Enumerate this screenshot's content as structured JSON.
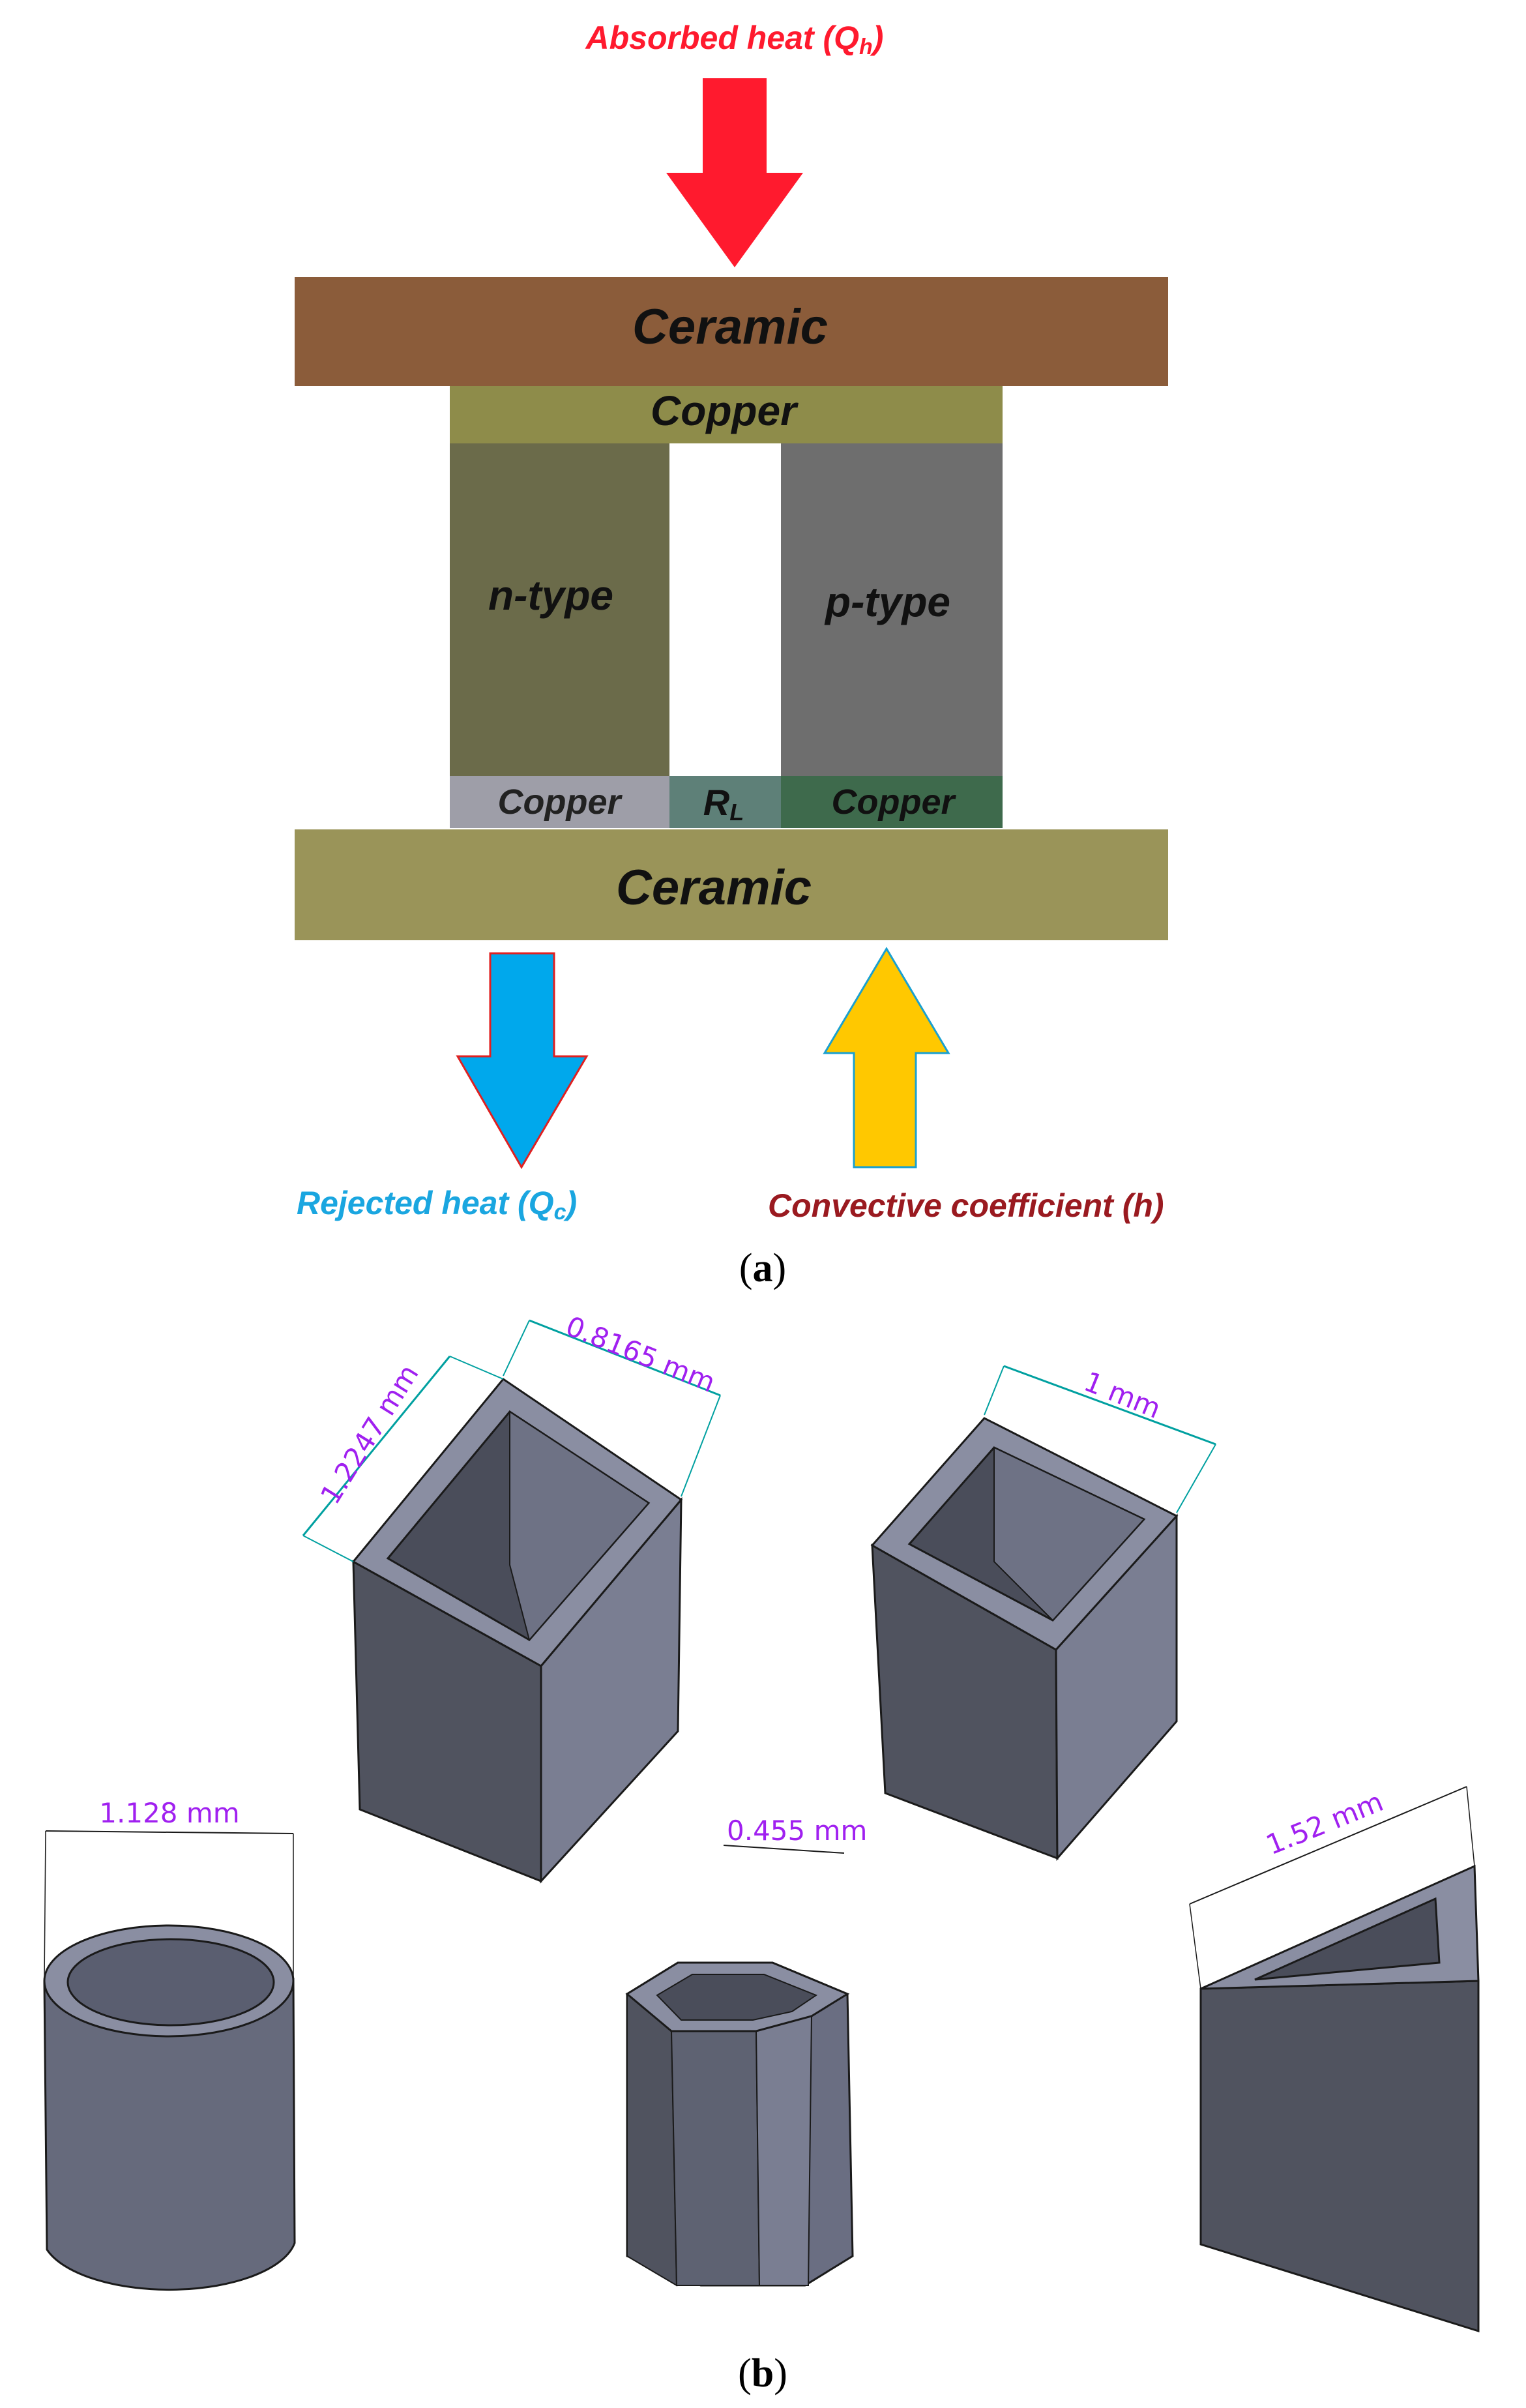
{
  "panel_a": {
    "absorbed_heat": "Absorbed heat (Q",
    "absorbed_heat_sub": "h",
    "close_paren": ")",
    "ceramic_top": "Ceramic",
    "copper_top": "Copper",
    "n_type": "n-type",
    "p_type": "p-type",
    "copper_bottom_left": "Copper",
    "load_resistor": "R",
    "load_resistor_sub": "L",
    "copper_bottom_right": "Copper",
    "ceramic_bottom": "Ceramic",
    "rejected_heat": "Rejected heat (Q",
    "rejected_heat_sub": "c",
    "convective": "Convective coefficient (h)",
    "caption_open": "(",
    "caption_letter": "a",
    "caption_close": ")"
  },
  "panel_b": {
    "rect_width": "0.8165 mm",
    "rect_length": "1.2247 mm",
    "square_side": "1 mm",
    "cylinder_diameter": "1.128 mm",
    "octagon_side": "0.455 mm",
    "triangle_side": "1.52 mm",
    "caption_open": "(",
    "caption_letter": "b",
    "caption_close": ")"
  },
  "colors": {
    "arrow_red": "#ff1a2e",
    "arrow_blue": "#00a8ec",
    "arrow_yellow": "#ffc800",
    "ceramic_top": "#8b5c3a",
    "ceramic_bottom": "#9a9459",
    "copper_top": "#8e8c4a",
    "n_type": "#6b6b4a",
    "p_type": "#6e6e6e",
    "dim_text": "#a020f0",
    "dim_line": "#00a0a0",
    "solid_face_light": "#7a7e92",
    "solid_face_dark": "#50535f"
  }
}
